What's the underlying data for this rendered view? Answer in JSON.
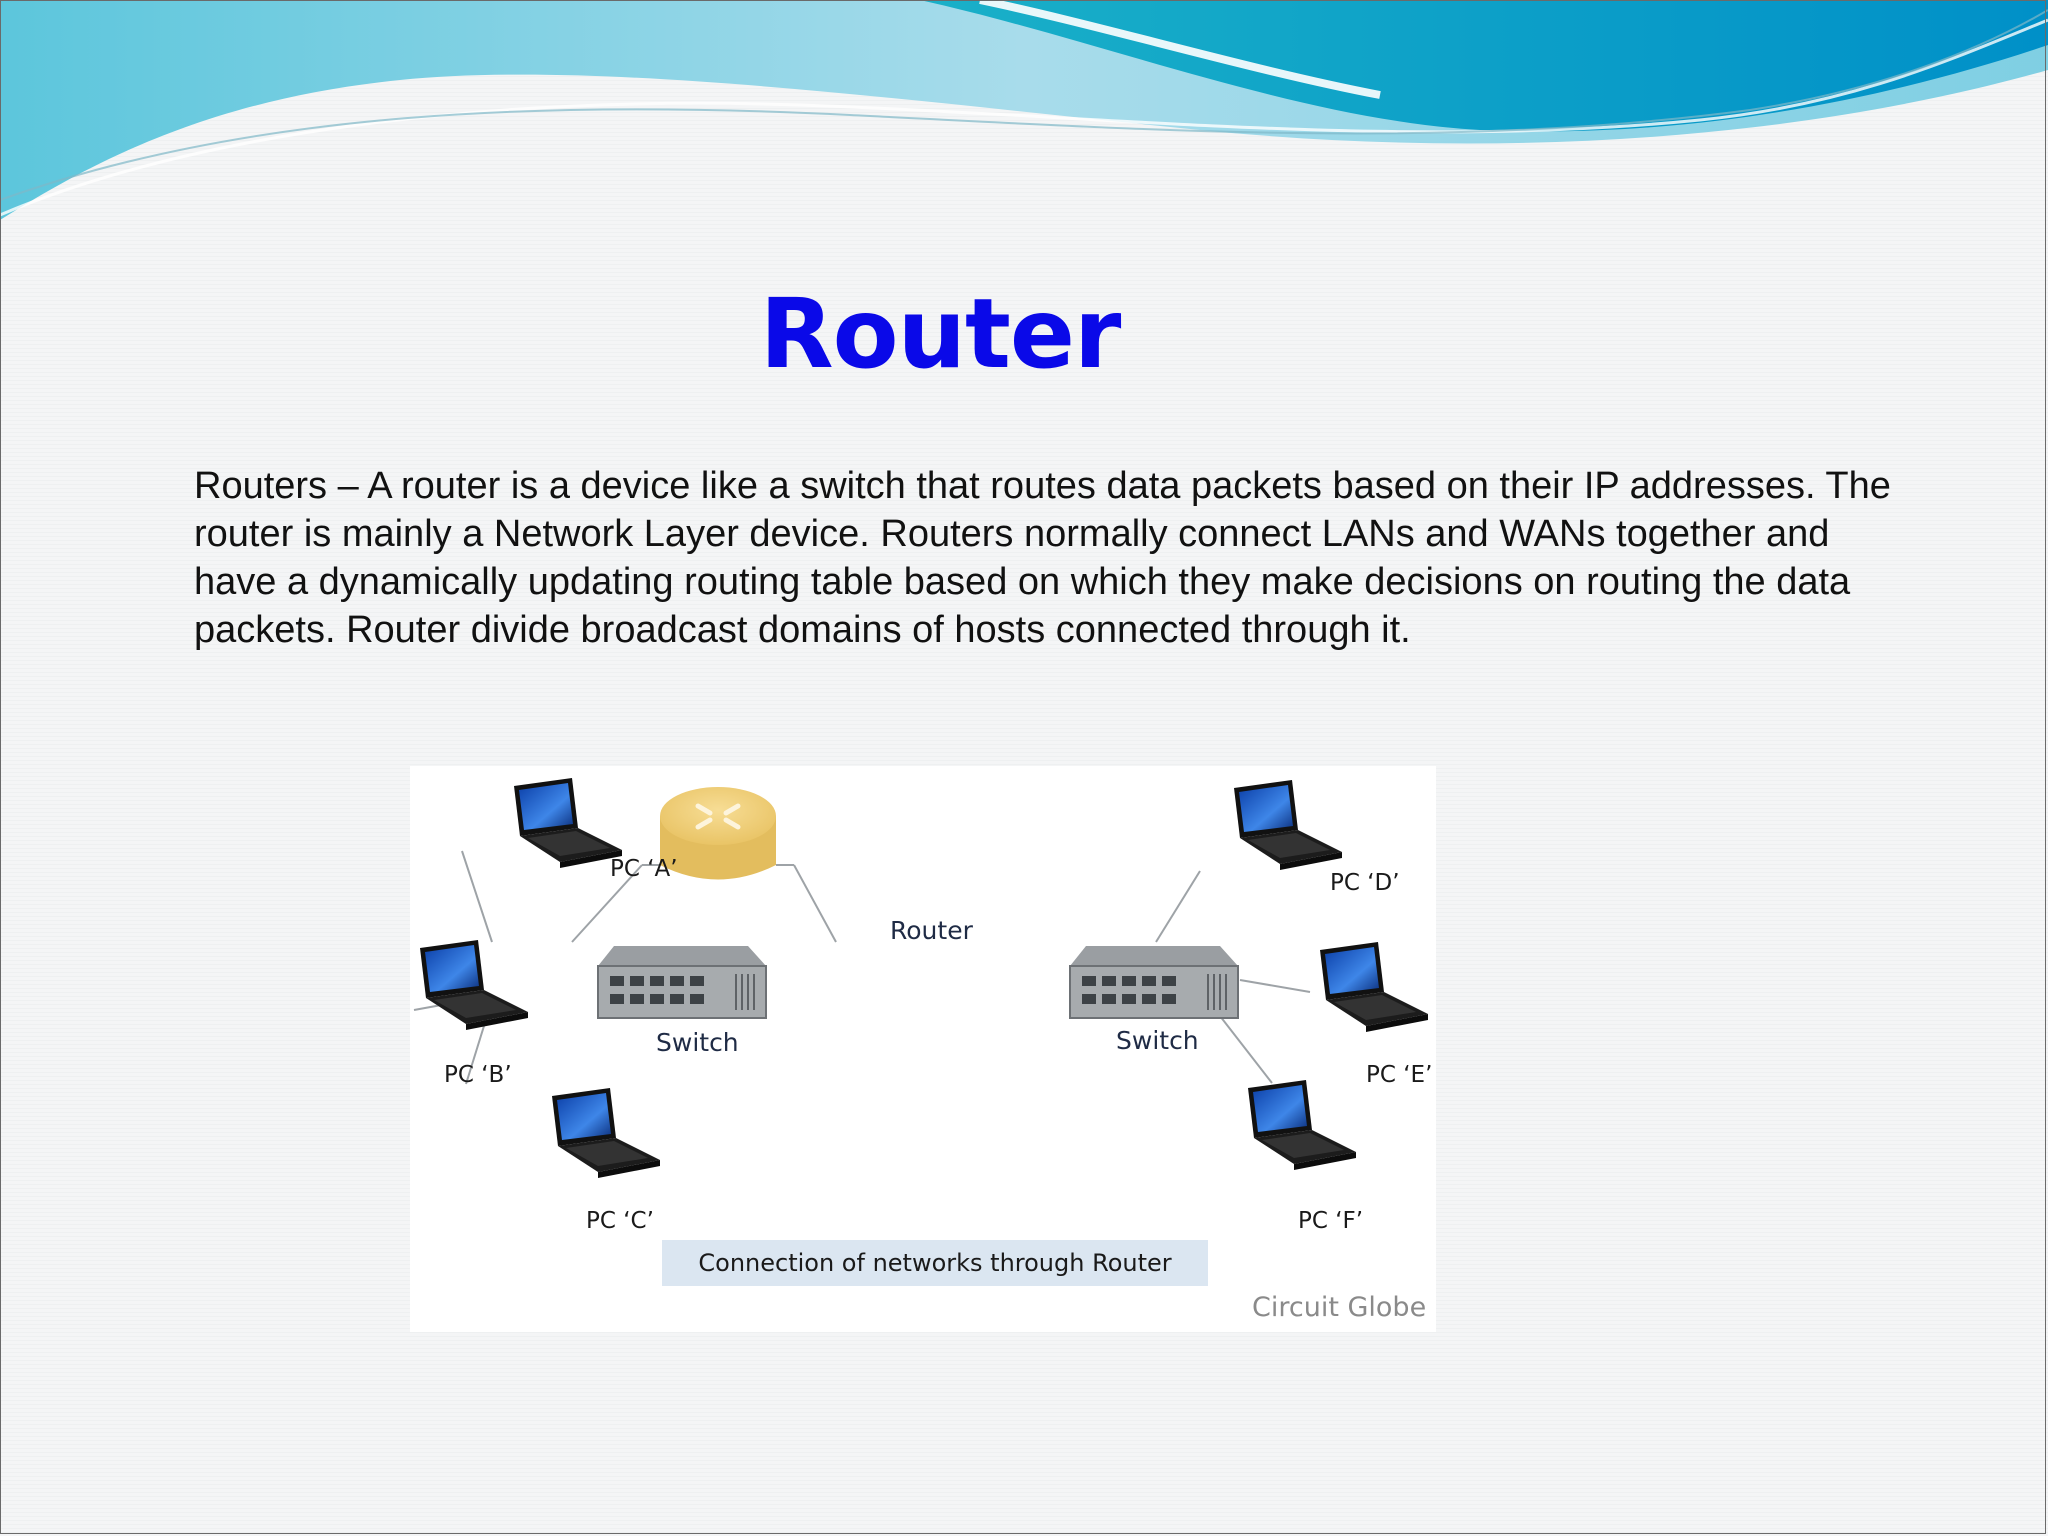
{
  "slide": {
    "title": "Router",
    "body": "Routers – A router is a device like a switch that routes data packets based on their IP addresses. The router is mainly a Network Layer device. Routers normally connect LANs and WANs together and have a dynamically updating routing table based on which they make decisions on routing the data packets. Router divide broadcast domains of hosts connected through it."
  },
  "diagram": {
    "router_label": "Router",
    "switches": [
      {
        "label": "Switch"
      },
      {
        "label": "Switch"
      }
    ],
    "pcs": [
      {
        "label": "PC ‘A’"
      },
      {
        "label": "PC ‘B’"
      },
      {
        "label": "PC ‘C’"
      },
      {
        "label": "PC ‘D’"
      },
      {
        "label": "PC ‘E’"
      },
      {
        "label": "PC ‘F’"
      }
    ],
    "caption": "Connection of networks through Router",
    "credit": "Circuit Globe"
  },
  "colors": {
    "title": "#0a09e8",
    "wave_dark": "#0aa3c4",
    "wave_light": "#8fd3e6",
    "router": "#f0cf7c",
    "caption_bg": "#dbe6f1"
  }
}
